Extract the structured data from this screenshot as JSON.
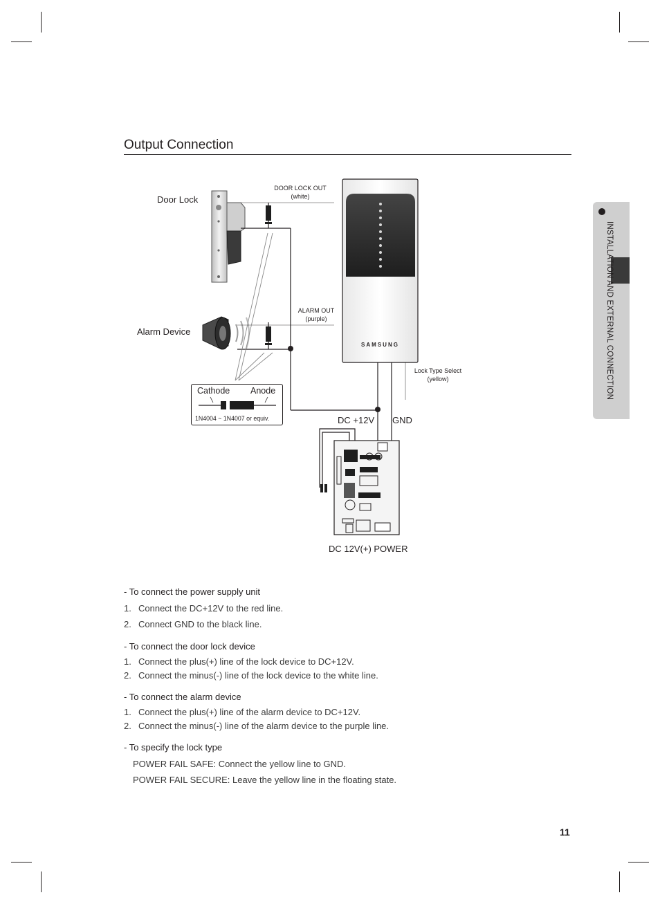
{
  "title": "Output Connection",
  "side_tab_text": "INSTALLATION AND EXTERNAL CONNECTION",
  "diagram": {
    "door_lock_label": "Door Lock",
    "alarm_device_label": "Alarm Device",
    "door_lock_out": "DOOR LOCK OUT",
    "door_lock_out_color": "(white)",
    "alarm_out": "ALARM OUT",
    "alarm_out_color": "(purple)",
    "lock_type_select": "Lock Type Select",
    "lock_type_select_color": "(yellow)",
    "brand": "SAMSUNG",
    "dc_12v": "DC +12V",
    "gnd": "GND",
    "power_label": "DC 12V(+) POWER",
    "diode": {
      "cathode": "Cathode",
      "anode": "Anode",
      "part": "1N4004 ~ 1N4007 or equiv."
    }
  },
  "sections": [
    {
      "heading": "- To connect the power supply unit",
      "items": [
        {
          "num": "1.",
          "text": "Connect the DC+12V to the red line."
        },
        {
          "num": "2.",
          "text": "Connect GND to the black line."
        }
      ]
    },
    {
      "heading": "- To connect the door lock device",
      "items": [
        {
          "num": "1.",
          "text": "Connect the plus(+) line of the lock device to DC+12V."
        },
        {
          "num": "2.",
          "text": "Connect the minus(-) line of the lock device to the white line."
        }
      ]
    },
    {
      "heading": "- To connect the alarm device",
      "items": [
        {
          "num": "1.",
          "text": "Connect the plus(+) line of the alarm device to DC+12V."
        },
        {
          "num": "2.",
          "text": "Connect the minus(-) line of the alarm device to the purple line."
        }
      ]
    }
  ],
  "lock_type": {
    "heading": "- To specify the lock type",
    "lines": [
      "POWER FAIL SAFE: Connect the yellow line to GND.",
      "POWER FAIL SECURE: Leave the yellow line in the floating state."
    ]
  },
  "page_number": "11"
}
